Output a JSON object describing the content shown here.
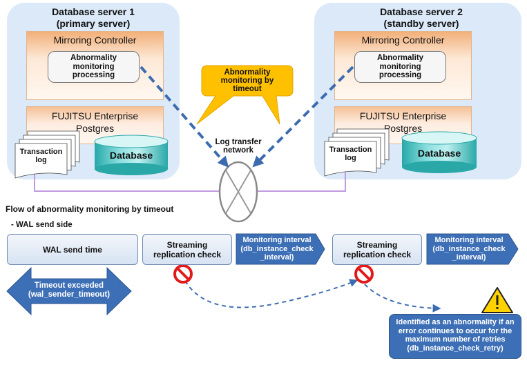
{
  "server1": {
    "title_line1": "Database server 1",
    "title_line2": "(primary server)",
    "mirroring_controller": "Mirroring Controller",
    "process_line1": "Abnormality",
    "process_line2": "monitoring",
    "process_line3": "processing",
    "postgres_line1": "FUJITSU Enterprise",
    "postgres_line2": "Postgres",
    "transaction_log": "Transaction log",
    "database": "Database"
  },
  "server2": {
    "title_line1": "Database server 2",
    "title_line2": "(standby server)",
    "mirroring_controller": "Mirroring Controller",
    "process_line1": "Abnormality",
    "process_line2": "monitoring",
    "process_line3": "processing",
    "postgres_line1": "FUJITSU Enterprise",
    "postgres_line2": "Postgres",
    "transaction_log": "Transaction log",
    "database": "Database"
  },
  "timeout_callout": {
    "line1": "Abnormality",
    "line2": "monitoring by",
    "line3": "timeout"
  },
  "network": {
    "line1": "Log transfer",
    "line2": "network"
  },
  "flow": {
    "title": "Flow of abnormality monitoring by timeout",
    "subtitle": "- WAL send side",
    "wal_send_time": "WAL send time",
    "check1_line1": "Streaming",
    "check1_line2": "replication check",
    "interval1_line1": "Monitoring interval",
    "interval1_line2": "(db_instance_check",
    "interval1_line3": "_interval)",
    "check2_line1": "Streaming",
    "check2_line2": "replication check",
    "interval2_line1": "Monitoring interval",
    "interval2_line2": "(db_instance_check",
    "interval2_line3": "_interval)",
    "timeout_line1": "Timeout exceeded",
    "timeout_line2": "(wal_sender_timeout)",
    "note_line1": "Identified as an abnormality  if an",
    "note_line2": "error  continues to occur for the",
    "note_line3": "maximum  number of retries",
    "note_line4": "(db_instance_check_retry)"
  },
  "colors": {
    "server_bg": "#dbe9f8",
    "dashed_arrow": "#3c6bb0",
    "callout": "#ffc000",
    "purple_line": "#c09be0",
    "dark_box": "#3d6fb6",
    "light_box": "#dfe8f4",
    "db_teal": "#2fb7b7",
    "warning_yellow": "#ffd200",
    "no_symbol_red": "#e21a1a"
  }
}
